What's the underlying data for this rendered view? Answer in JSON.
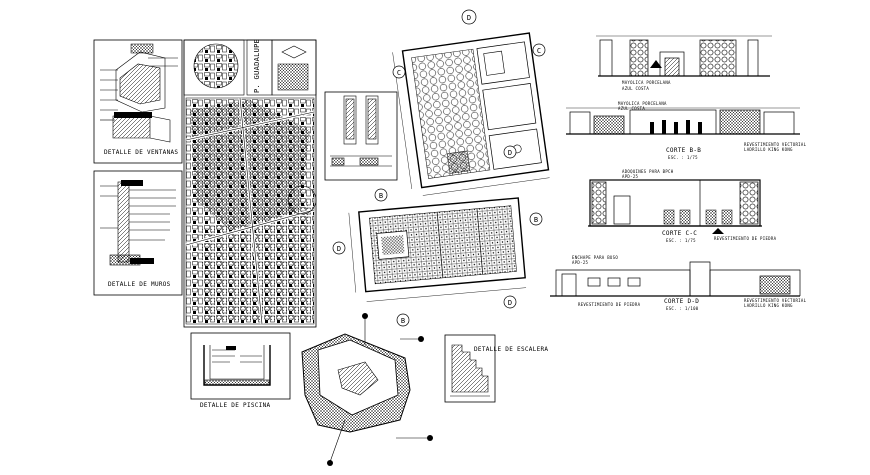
{
  "labels": {
    "detalle_ventanas": "DETALLE DE VENTANAS",
    "detalle_muros": "DETALLE DE MUROS",
    "detalle_piscina": "DETALLE DE PISCINA",
    "detalle_escalera": "DETALLE DE ESCALERA",
    "guadalupe": "P. GUADALUPE",
    "corte_b": "CORTE B-B",
    "corte_b_esc": "ESC. : 1/75",
    "corte_c": "CORTE C-C",
    "corte_c_esc": "ESC. : 1/75",
    "corte_d": "CORTE D-D",
    "corte_d_esc": "ESC. : 1/100",
    "mayolica_1": "MAYOLICA PORCELANA",
    "mayolica_1_sub": "AZUL COSTA",
    "mayolica_2": "MAYOLICA PORCELANA",
    "mayolica_2_sub": "AZUL COSTA",
    "revestimiento_vr": "REVESTIMIENTO VECTORIAL",
    "revestimiento_vr_sub": "LADRILLO KING KONG",
    "adoquines": "ADOQUINES PARA BPCH",
    "adoquines_sub": "APD-25",
    "revestimiento_piedra_c": "REVESTIMIENTO DE PIEDRA",
    "enchape": "ENCHAPE PARA BUSO",
    "enchape_sub": "APD-25",
    "revestimiento_piedra_d": "REVESTIMIENTO DE PIEDRA",
    "revestimiento_d_right": "REVESTIMIENTO VECTORIAL",
    "revestimiento_d_right_sub": "LADRILLO KING KONG"
  },
  "section_markers": [
    "D",
    "C",
    "C",
    "D",
    "B",
    "B",
    "D",
    "B",
    "D"
  ],
  "colors": {
    "ink": "#000000",
    "paper": "#ffffff"
  }
}
